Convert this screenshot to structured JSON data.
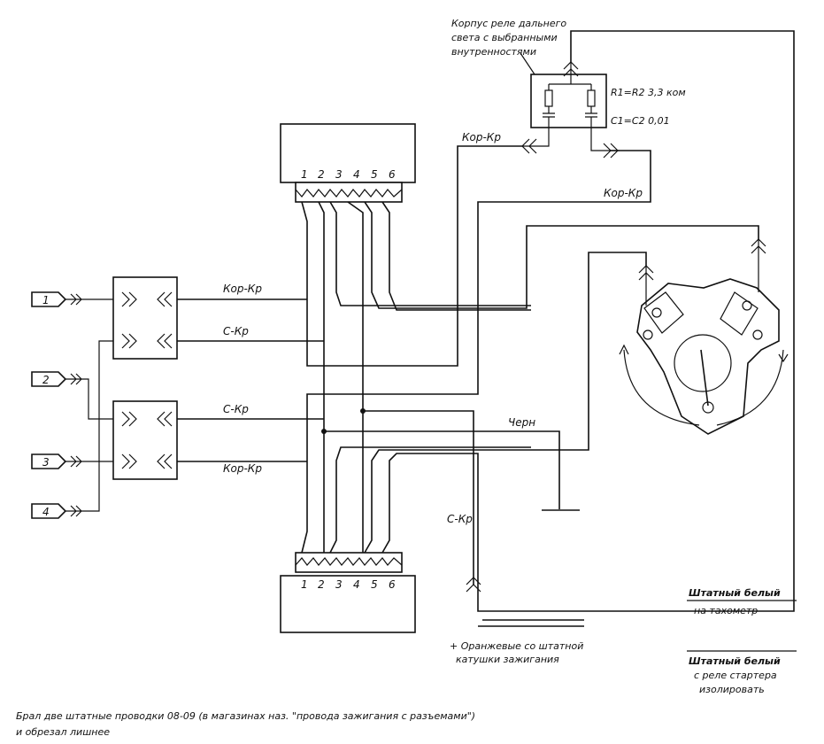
{
  "pins": [
    "1",
    "2",
    "3",
    "4",
    "5",
    "6"
  ],
  "terminals": [
    "1",
    "2",
    "3",
    "4"
  ],
  "relay_housing_label": [
    "Корпус реле дальнего",
    "света с выбранными",
    "внутренностями"
  ],
  "r_label": "R1=R2 3,3 ком",
  "c_label": "C1=C2 0,01",
  "wires": {
    "kor_kr": "Кор-Кр",
    "s_kr": "С-Кр",
    "chern": "Черн"
  },
  "note_orange": [
    "+ Оранжевые со штатной",
    "катушки зажигания"
  ],
  "note_tacho": [
    "Штатный белый",
    "на тахометр"
  ],
  "note_starter": [
    "Штатный белый",
    "с реле стартера",
    "изолировать"
  ],
  "footer": [
    "Брал две штатные проводки 08-09 (в магазинах наз. \"провода зажигания с разъемами\")",
    "и обрезал лишнее"
  ]
}
